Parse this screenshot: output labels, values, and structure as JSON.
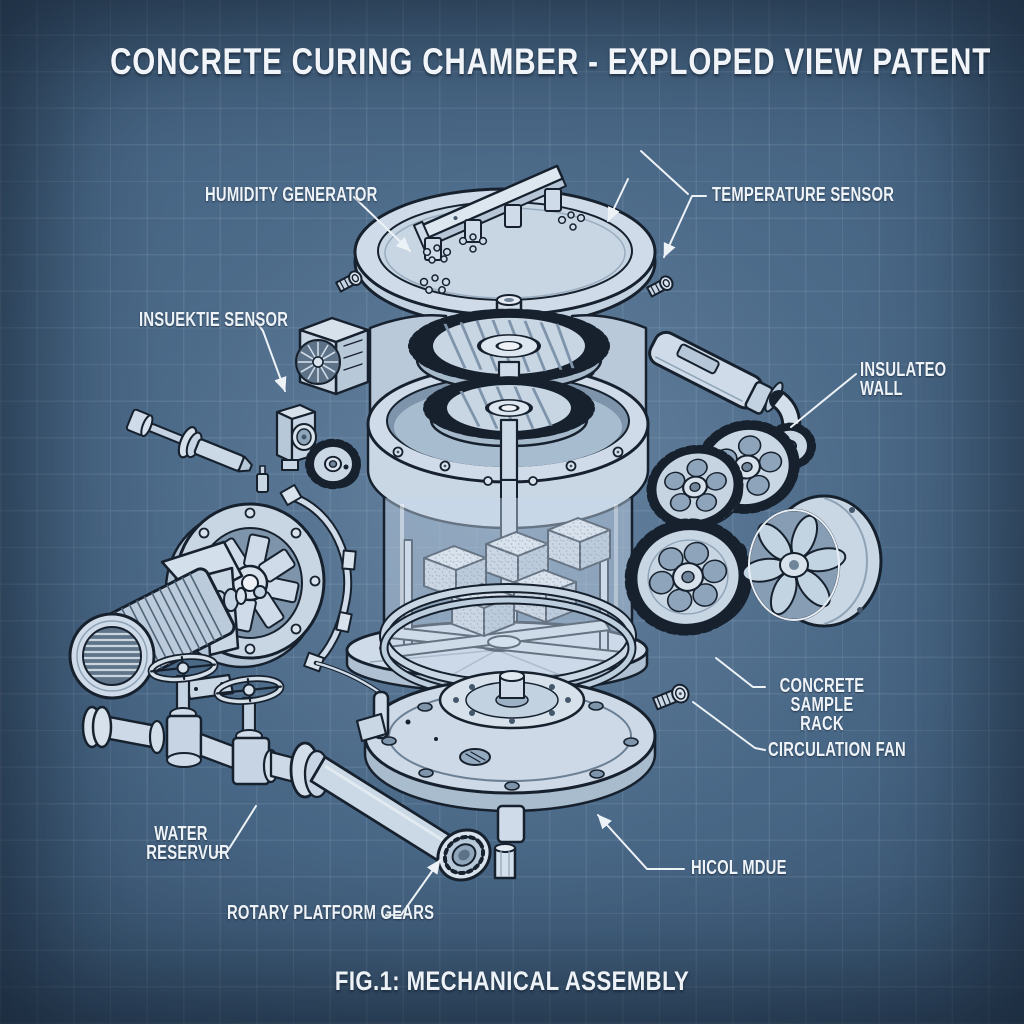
{
  "title": "CONCRETE CURING CHAMBER - EXPLOPED VIEW PATENT",
  "caption": "FIG.1: MECHANICAL ASSEMBLY",
  "labels": {
    "humidity_generator": "HUMIDITY GENERATOR",
    "temperature_sensor": "TEMPERATURE SENSOR",
    "insuektie_sensor": "INSUEKTIE SENSOR",
    "insulated_wall": "INSULATEO WALL",
    "concrete_sample_rack": "CONCRETE SAMPLE\nRACK",
    "circulation_fan": "CIRCULATION FAN",
    "water_reservoir": "WATER\nRESERVUR",
    "rotary_platform_gears": "ROTARY PLATFORM GEARS",
    "heating_module": "HICOL MDUE"
  },
  "colors": {
    "background": "#41607f",
    "grid_line": "rgba(235,243,250,0.085)",
    "outline": "#17212e",
    "part_light": "#dfe8f1",
    "part_mid": "#c8d6e4",
    "part_dark": "#93a9bf",
    "interior": "#7e94aa",
    "label_text": "#eef3f8",
    "leader_line": "#edf2f7"
  },
  "drawing_parts": [
    "domed-lid-with-spray-bar",
    "spray-nozzles",
    "drive-gear-stack",
    "chamber-ring",
    "glass-cylinder-wall",
    "concrete-sample-cubes",
    "sample-rack-frame",
    "rotary-platform-disc",
    "base-plate",
    "motor-with-impeller-wheel",
    "drive-belt-hose",
    "gate-valves",
    "water-pipe",
    "pipe-end-bearing",
    "temperature-probe",
    "box-fan-unit",
    "sensor-gearbox",
    "spur-gears",
    "large-ring-gear",
    "circulation-fan-drum",
    "fastener-bolts"
  ]
}
